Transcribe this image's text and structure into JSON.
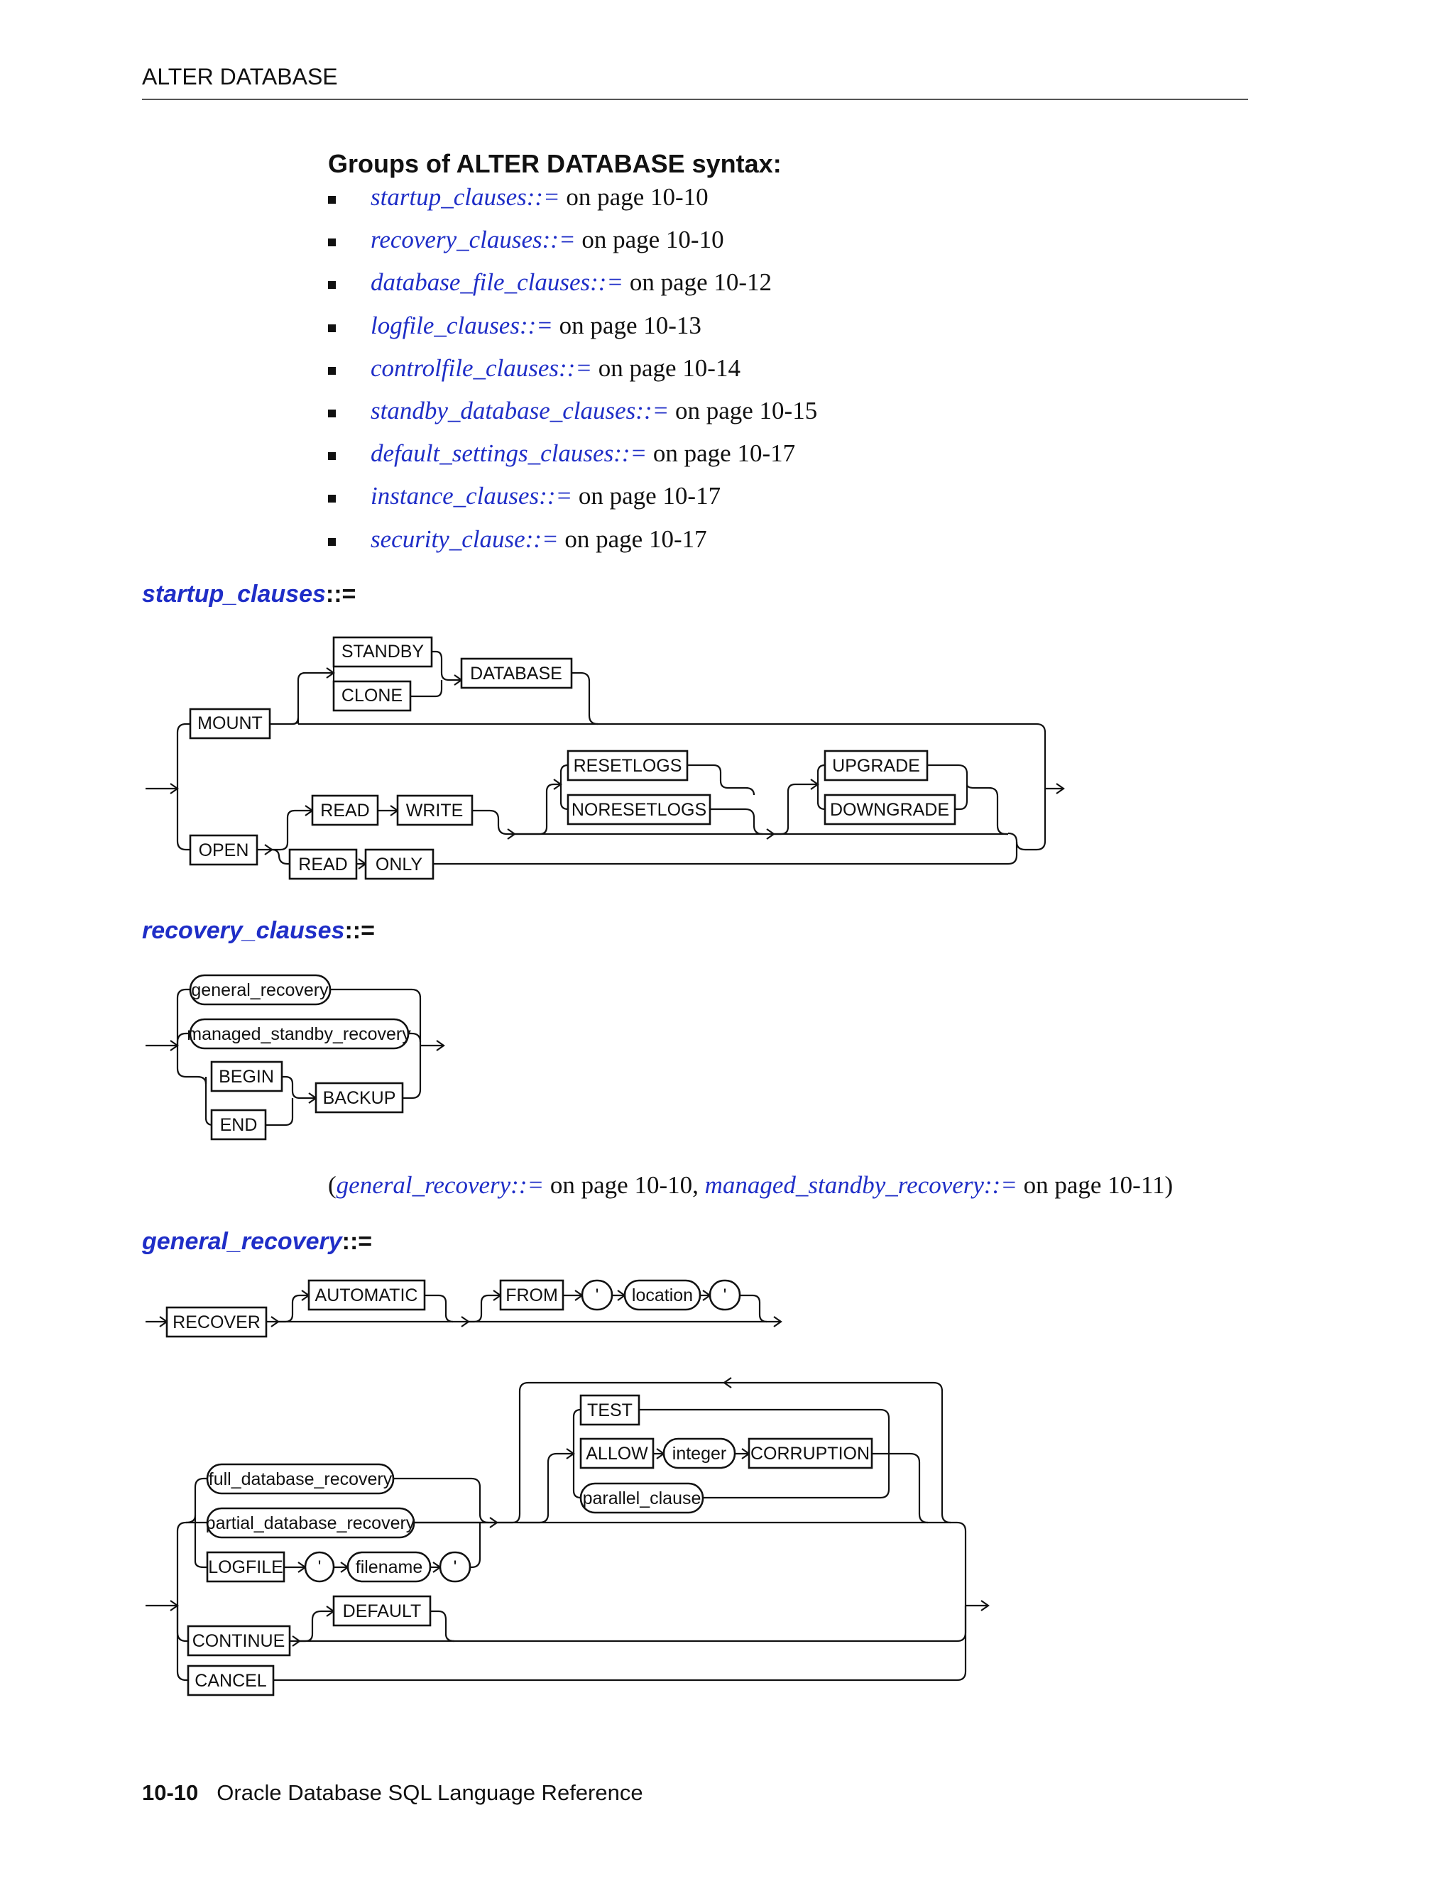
{
  "header": {
    "title": "ALTER DATABASE"
  },
  "groups": {
    "title": "Groups of ALTER DATABASE syntax:",
    "items": [
      {
        "link": "startup_clauses::=",
        "page": "on page 10-10"
      },
      {
        "link": "recovery_clauses::=",
        "page": "on page 10-10"
      },
      {
        "link": "database_file_clauses::=",
        "page": "on page 10-12"
      },
      {
        "link": "logfile_clauses::=",
        "page": "on page 10-13"
      },
      {
        "link": "controlfile_clauses::=",
        "page": "on page 10-14"
      },
      {
        "link": "standby_database_clauses::=",
        "page": "on page 10-15"
      },
      {
        "link": "default_settings_clauses::=",
        "page": "on page 10-17"
      },
      {
        "link": "instance_clauses::=",
        "page": "on page 10-17"
      },
      {
        "link": "security_clause::=",
        "page": "on page 10-17"
      }
    ]
  },
  "sections": {
    "startup": {
      "name": "startup_clauses",
      "op": "::="
    },
    "recovery": {
      "name": "recovery_clauses",
      "op": "::="
    },
    "general": {
      "name": "general_recovery",
      "op": "::="
    }
  },
  "startup_diagram": {
    "standby": "STANDBY",
    "clone": "CLONE",
    "database": "DATABASE",
    "mount": "MOUNT",
    "resetlogs": "RESETLOGS",
    "noresetlogs": "NORESETLOGS",
    "upgrade": "UPGRADE",
    "downgrade": "DOWNGRADE",
    "read": "READ",
    "write": "WRITE",
    "open": "OPEN",
    "read2": "READ",
    "only": "ONLY"
  },
  "recovery_diagram": {
    "general_recovery": "general_recovery",
    "managed_standby_recovery": "managed_standby_recovery",
    "begin": "BEGIN",
    "end": "END",
    "backup": "BACKUP"
  },
  "recovery_xref": {
    "open": "(",
    "link1": "general_recovery::=",
    "page1": " on page 10-10, ",
    "link2": "managed_standby_recovery::=",
    "page2": " on page 10-11)"
  },
  "general_diagram": {
    "recover": "RECOVER",
    "automatic": "AUTOMATIC",
    "from": "FROM",
    "quote1": "'",
    "location": "location",
    "quote2": "'",
    "test": "TEST",
    "allow": "ALLOW",
    "integer": "integer",
    "corruption": "CORRUPTION",
    "parallel_clause": "parallel_clause",
    "full_database_recovery": "full_database_recovery",
    "partial_database_recovery": "partial_database_recovery",
    "logfile": "LOGFILE",
    "quote3": "'",
    "filename": "filename",
    "quote4": "'",
    "default": "DEFAULT",
    "continue": "CONTINUE",
    "cancel": "CANCEL"
  },
  "footer": {
    "page": "10-10",
    "title": "Oracle Database SQL Language Reference"
  }
}
